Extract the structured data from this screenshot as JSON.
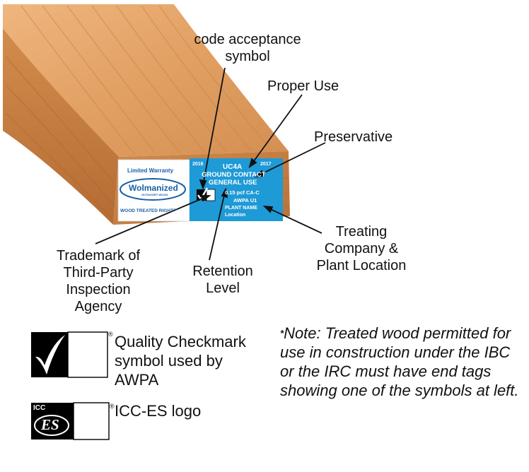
{
  "callouts": {
    "code_acceptance": "code acceptance\nsymbol",
    "proper_use": "Proper Use",
    "preservative": "Preservative",
    "trademark": "Trademark of\nThird-Party\nInspection\nAgency",
    "retention": "Retention\nLevel",
    "treating": "Treating\nCompany &\nPlant Location"
  },
  "tag": {
    "warranty": "Limited Warranty",
    "brand": "Wolmanized",
    "brand_sub": "OUTDOOR® WOOD",
    "slogan": "WOOD TREATED RIGHT™",
    "year_left": "2016",
    "year_right": "2017",
    "use_code": "UC4A",
    "use_line1": "GROUND CONTACT",
    "use_line2": "GENERAL USE",
    "retention": "0.15 pcf CA-C",
    "standard": "AWPA U1",
    "plant_name": "PLANT NAME",
    "location": "Location"
  },
  "legend": {
    "checkmark_label": "Quality Checkmark\nsymbol used by\nAWPA",
    "icc_label": "ICC-ES logo",
    "icc_small": "ICC",
    "icc_es": "ES",
    "reg_mark": "®"
  },
  "note": {
    "asterisk": "*",
    "text": "Note: Treated wood permitted for use in construction under the IBC or the IRC must have end tags showing one of the symbols at left."
  },
  "colors": {
    "wood_light": "#E7A66A",
    "wood_mid": "#D28B4E",
    "wood_dark": "#B86F35",
    "end_grain": "#C98243",
    "tag_blue": "#1E9AD6",
    "brand_blue": "#1A5FA8"
  }
}
